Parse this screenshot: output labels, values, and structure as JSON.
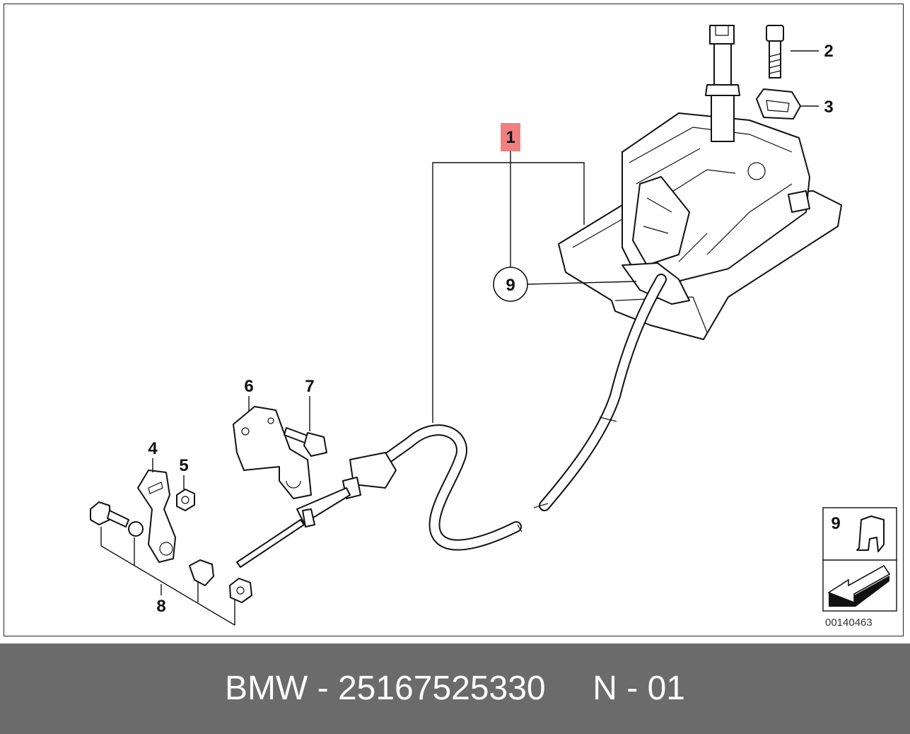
{
  "callouts": {
    "c1": "1",
    "c2": "2",
    "c3": "3",
    "c4": "4",
    "c5": "5",
    "c6": "6",
    "c7": "7",
    "c8": "8",
    "c9": "9",
    "inset_label": "9"
  },
  "highlight_color": "#f08080",
  "diagram_code": "00140463",
  "footer": "BMW - 25167525330     N - 01"
}
